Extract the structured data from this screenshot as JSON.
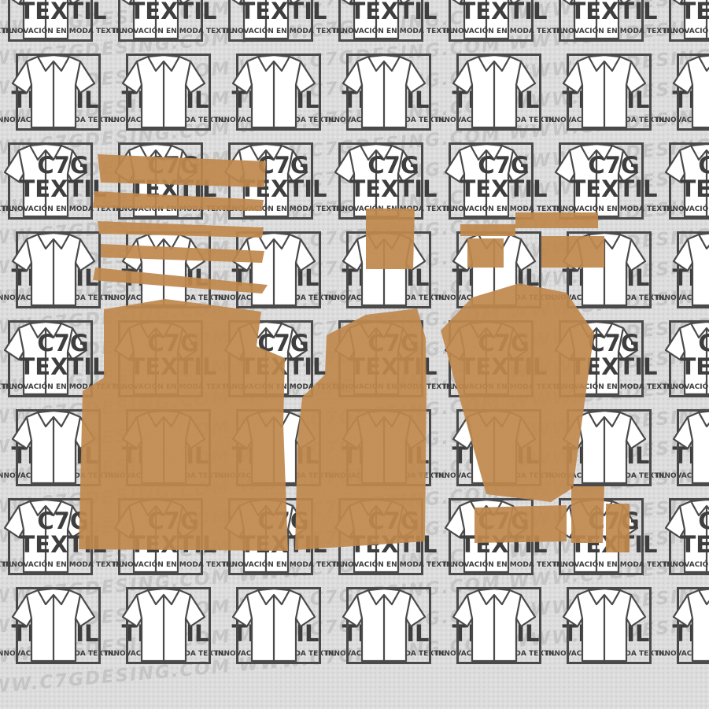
{
  "brand": {
    "title_line1": "C7G",
    "title_line2": "TEXTIL",
    "tagline": "INNOVACIÓN EN MODA TEXTIL",
    "website_repeat": "WWW.C7GDESING.COM WWW.C7GDESING.COM WWW.C7GDESING.COM",
    "shirt_icon": "shirt-icon"
  },
  "colors": {
    "background": "#dcdcdc",
    "logo_text": "#3e3e3e",
    "watermark_text": "#c5c5c5",
    "fabric": "#c18a4f"
  },
  "pattern_pieces": [
    "collar-top",
    "collar-band",
    "collar-strip",
    "front-panel-left",
    "front-panel-right",
    "back-yoke",
    "sleeve",
    "pocket",
    "placket",
    "cuff-pieces"
  ]
}
